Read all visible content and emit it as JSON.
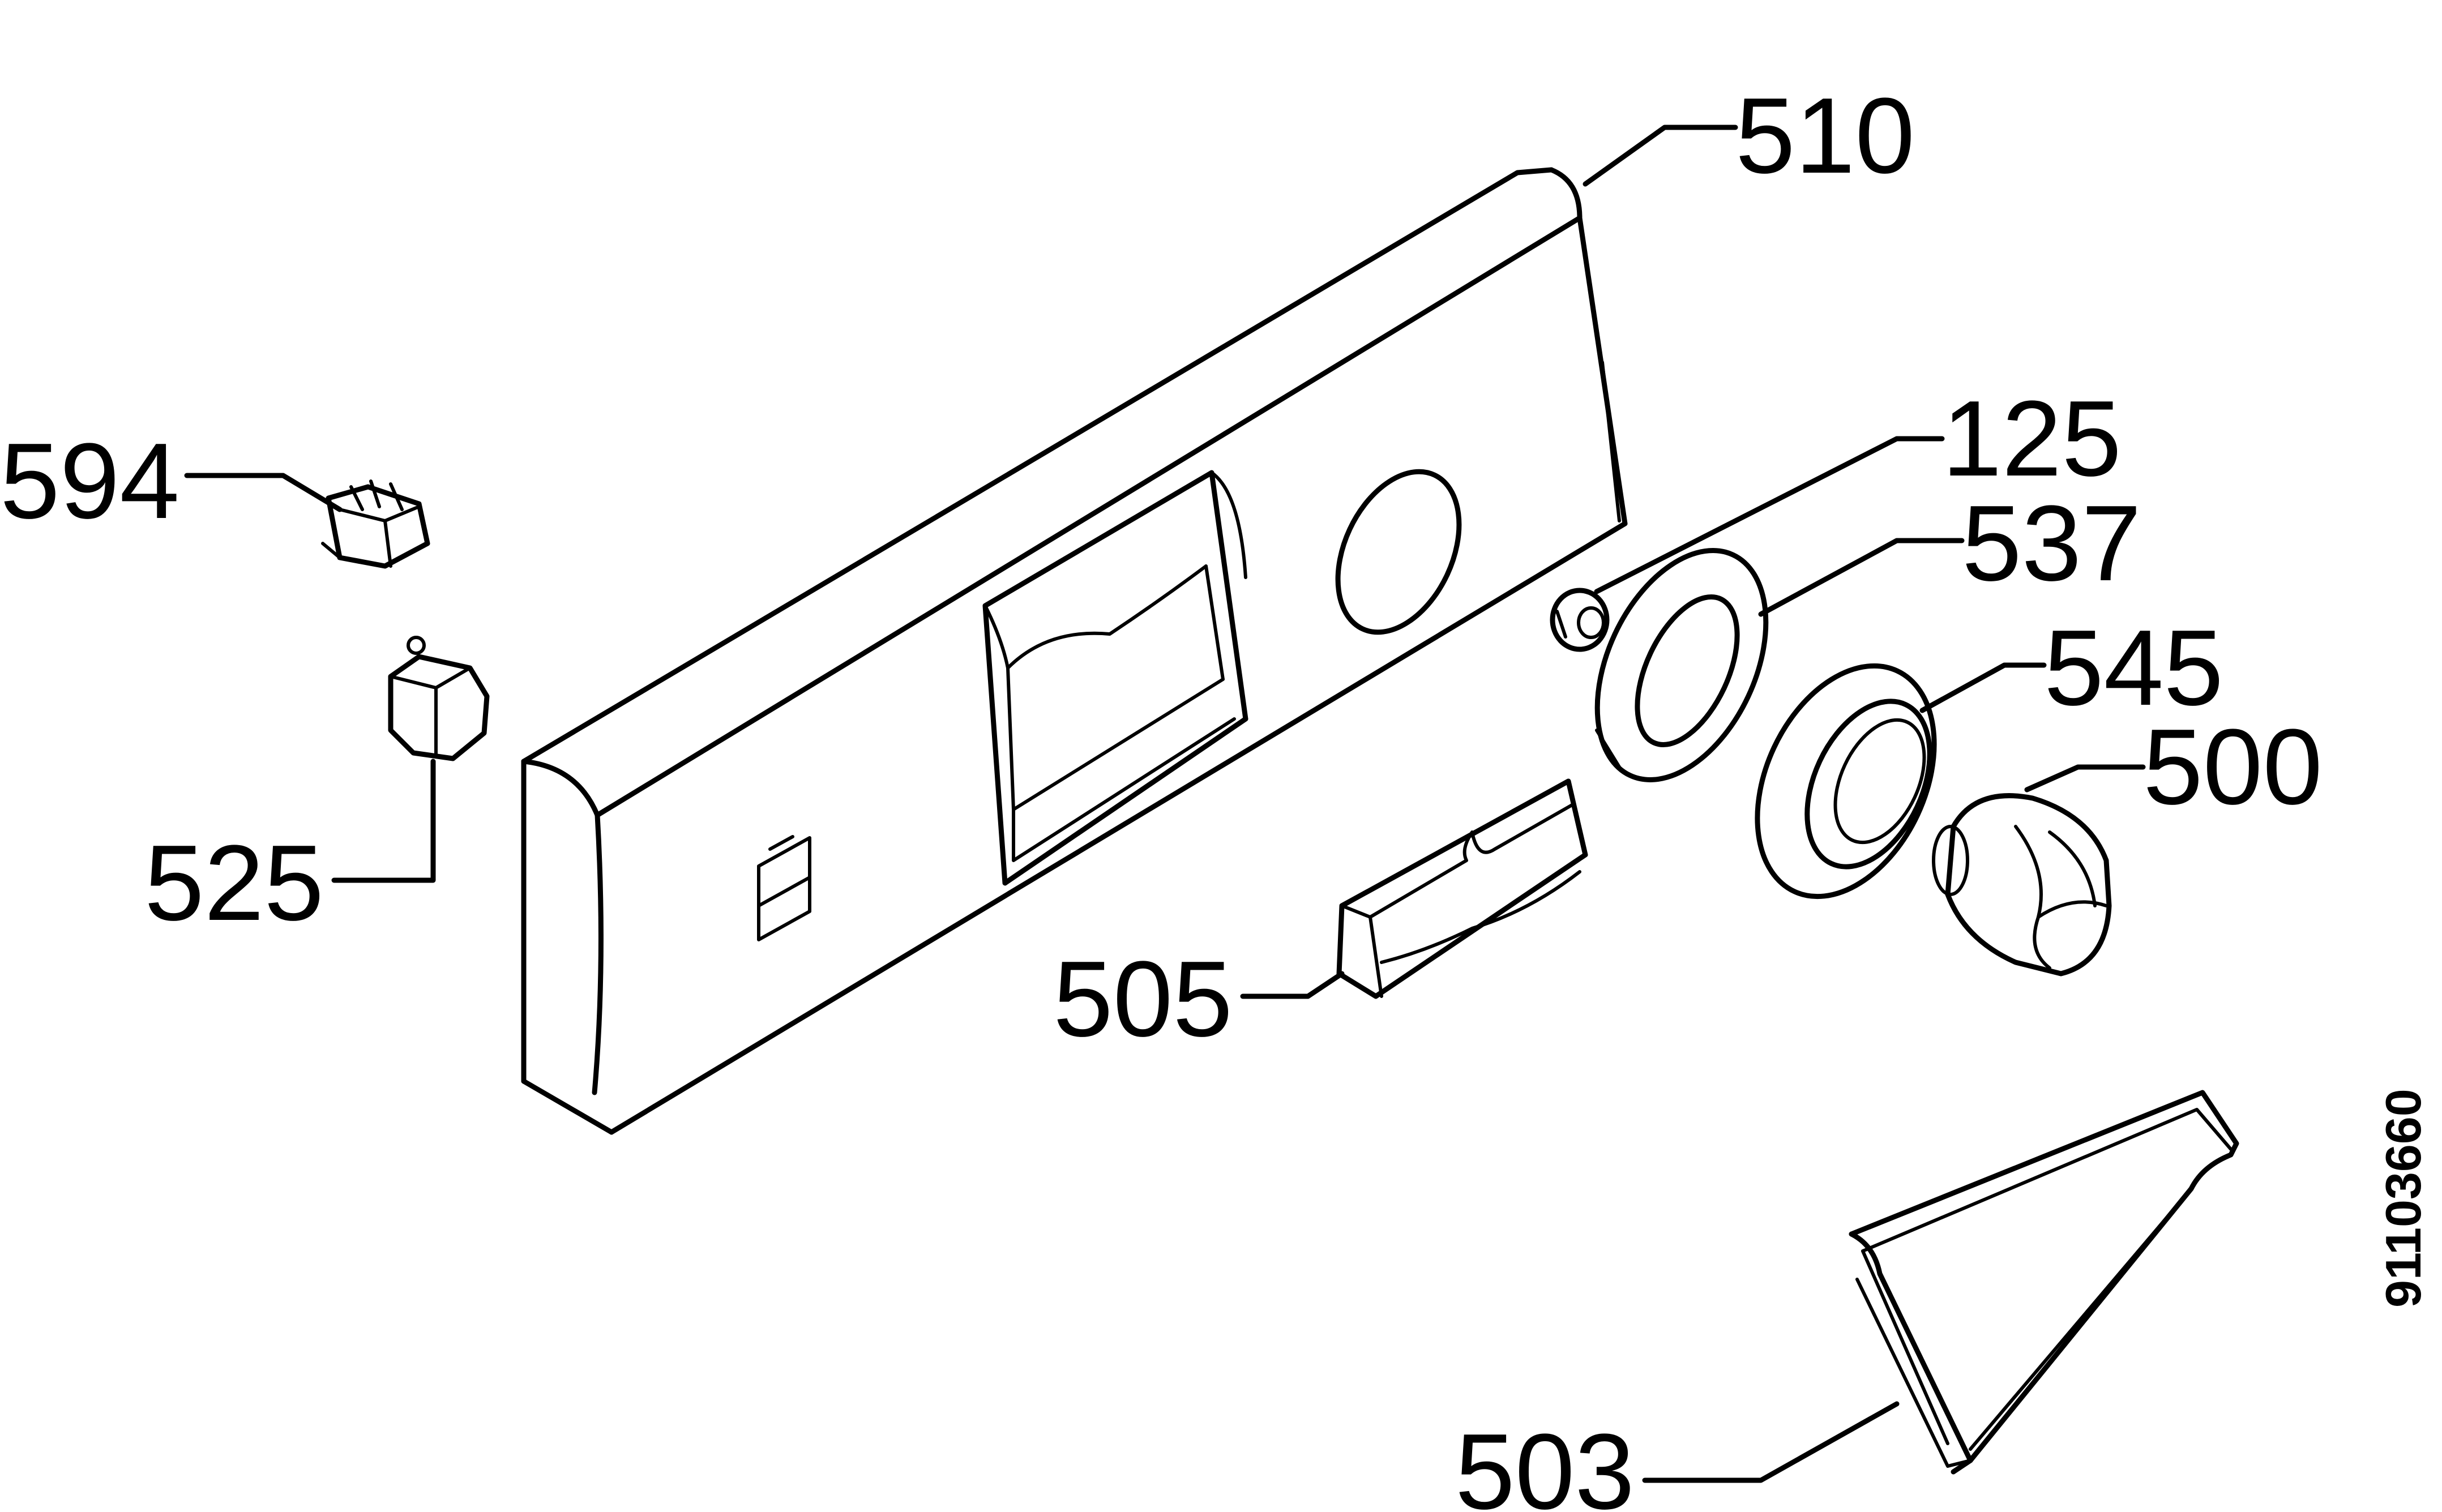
{
  "parts": [
    {
      "id": "p510",
      "label": "510"
    },
    {
      "id": "p594",
      "label": "594"
    },
    {
      "id": "p125",
      "label": "125"
    },
    {
      "id": "p537",
      "label": "537"
    },
    {
      "id": "p545",
      "label": "545"
    },
    {
      "id": "p500",
      "label": "500"
    },
    {
      "id": "p525",
      "label": "525"
    },
    {
      "id": "p505",
      "label": "505"
    },
    {
      "id": "p503",
      "label": "503"
    }
  ],
  "document_id": "91103660",
  "colors": {
    "line": "#000000",
    "background": "#ffffff"
  }
}
